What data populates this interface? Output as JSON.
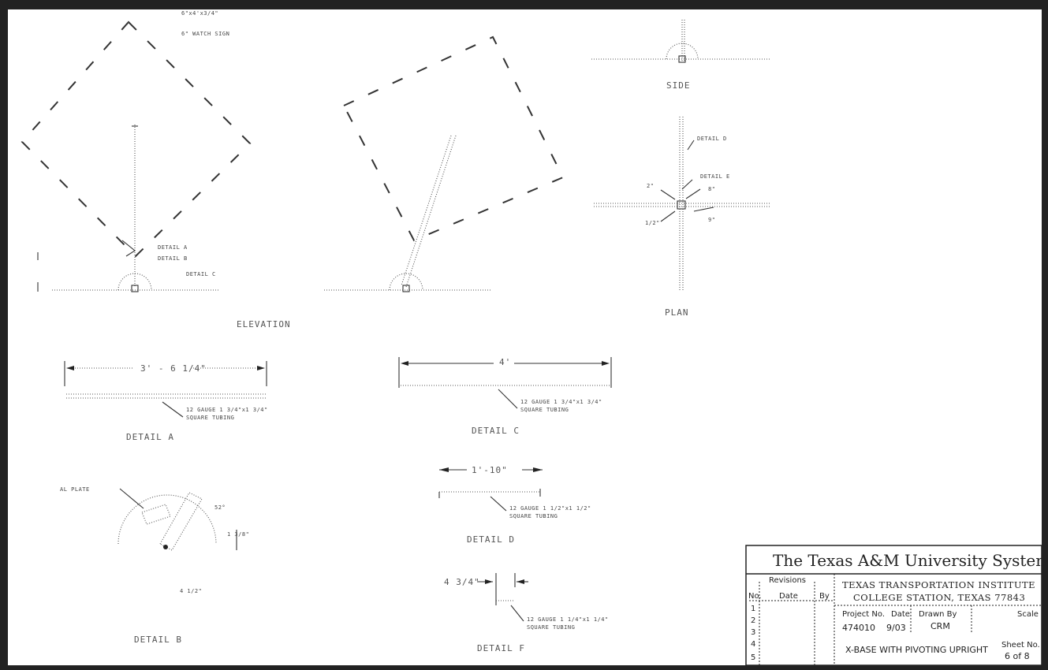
{
  "sign_annotation": [
    "6\"x4'x3/4\"",
    "6\" WATCH SIGN"
  ],
  "views": {
    "elevation": {
      "label": "ELEVATION",
      "callout_a": "DETAIL A",
      "callout_b": "DETAIL B",
      "callout_c": "DETAIL C"
    },
    "side": {
      "label": "SIDE"
    },
    "plan": {
      "label": "PLAN",
      "callout_d": "DETAIL D",
      "callout_e": "DETAIL E",
      "dim_1": "2\"",
      "dim_2": "8\"",
      "dim_3": "9\"",
      "dim_4": "1/2\""
    }
  },
  "details": {
    "a": {
      "label": "DETAIL A",
      "dim": "3' - 6 1/4\"",
      "note": [
        "12 GAUGE 1 3/4\"x1 3/4\"",
        "SQUARE TUBING"
      ]
    },
    "b": {
      "label": "DETAIL B",
      "angle_1": "52°",
      "angle_2": "1 3/8\"",
      "dim": "4 1/2\"",
      "left": "AL PLATE"
    },
    "c": {
      "label": "DETAIL C",
      "dim": "4'",
      "note": [
        "12 GAUGE 1 3/4\"x1 3/4\"",
        "SQUARE TUBING"
      ]
    },
    "d": {
      "label": "DETAIL D",
      "dim": "1'-10\"",
      "note": [
        "12 GAUGE 1 1/2\"x1 1/2\"",
        "SQUARE TUBING"
      ]
    },
    "f": {
      "label": "DETAIL F",
      "dim": "4 3/4\"",
      "note": [
        "12 GAUGE 1 1/4\"x1 1/4\"",
        "SQUARE TUBING"
      ]
    }
  },
  "title_block": {
    "system": "The Texas A&M University System",
    "revisions_header": "Revisions",
    "col_no": "No.",
    "col_date": "Date",
    "col_by": "By",
    "rows": [
      "1",
      "2",
      "3",
      "4",
      "5"
    ],
    "institute": "TEXAS TRANSPORTATION INSTITUTE",
    "address": "COLLEGE STATION, TEXAS 77843",
    "project_no_label": "Project No.",
    "project_no": "474010",
    "date_label": "Date",
    "date": "9/03",
    "drawn_by_label": "Drawn By",
    "drawn_by": "CRM",
    "scale_label": "Scale",
    "drawing_title": "X-BASE WITH PIVOTING UPRIGHT",
    "sheet_label": "Sheet No.",
    "sheet": "6 of 8"
  }
}
